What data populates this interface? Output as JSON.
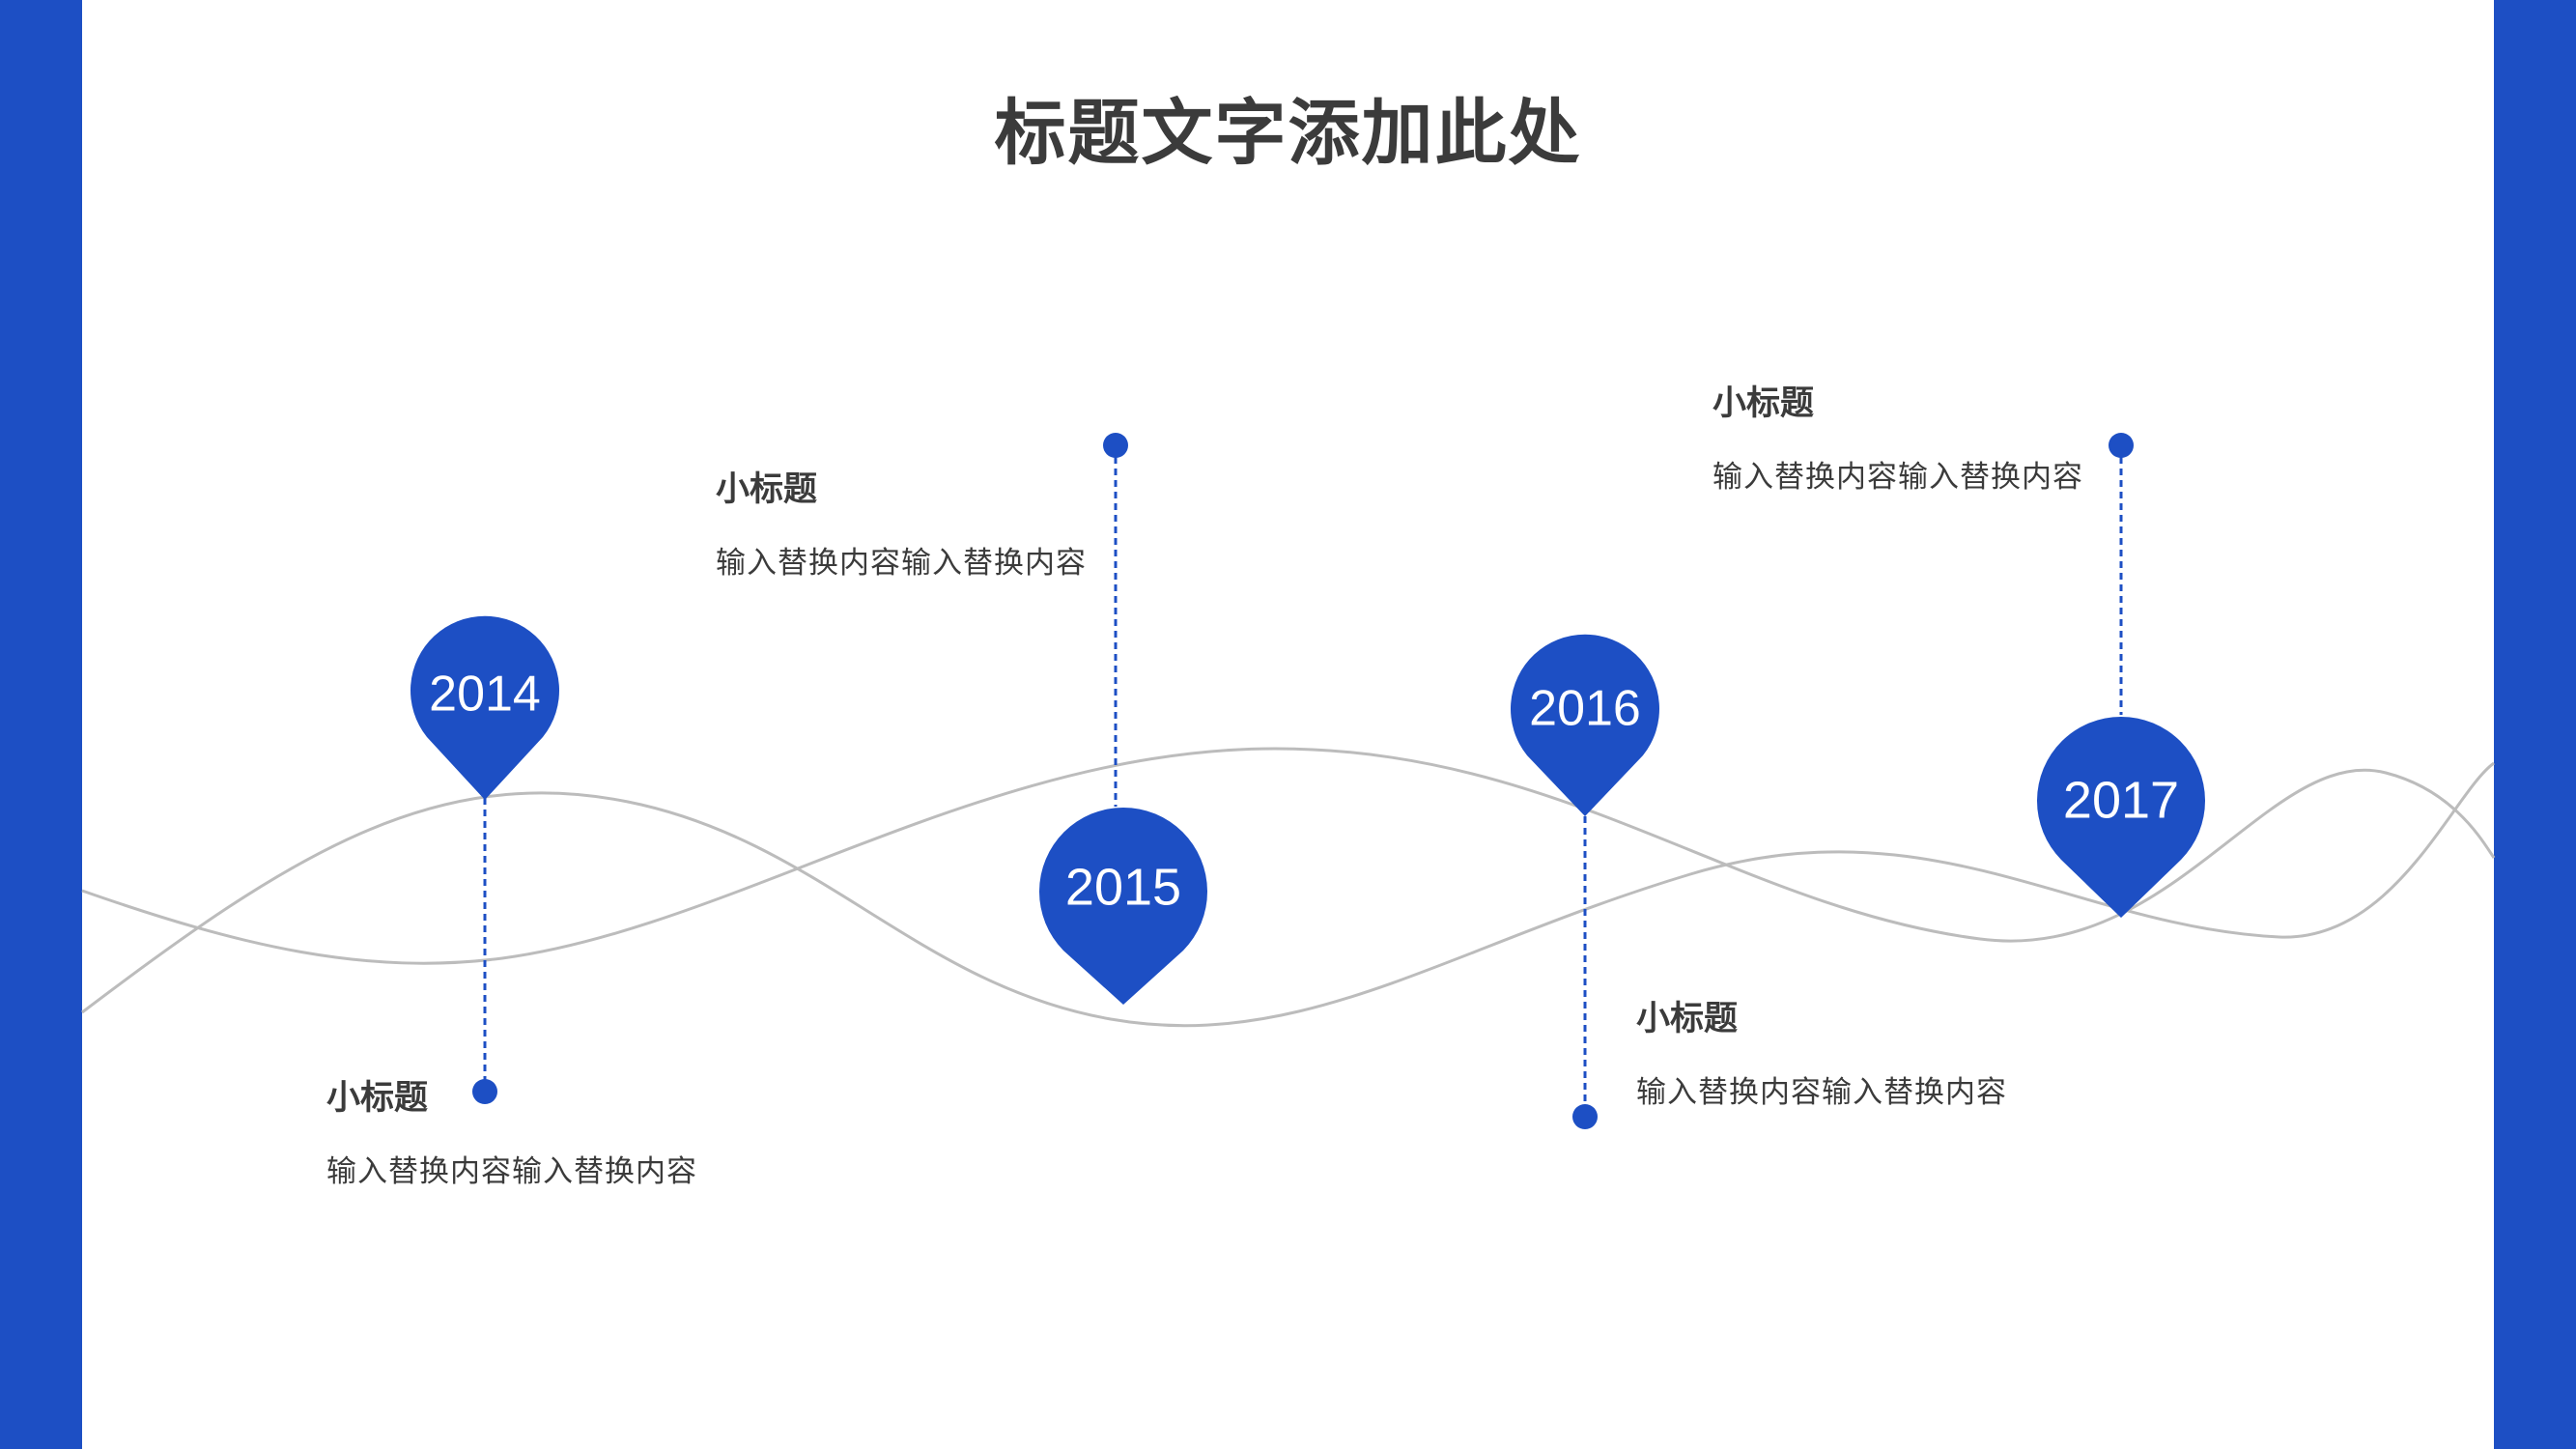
{
  "title": "标题文字添加此处",
  "colors": {
    "accent": "#1d4fc4",
    "wave": "#bcbcbc",
    "text": "#3b3b3b",
    "marker_text": "#ffffff"
  },
  "milestones": [
    {
      "year": "2014",
      "subtitle": "小标题",
      "description": "输入替换内容输入替换内容"
    },
    {
      "year": "2015",
      "subtitle": "小标题",
      "description": "输入替换内容输入替换内容"
    },
    {
      "year": "2016",
      "subtitle": "小标题",
      "description": "输入替换内容输入替换内容"
    },
    {
      "year": "2017",
      "subtitle": "小标题",
      "description": "输入替换内容输入替换内容"
    }
  ]
}
